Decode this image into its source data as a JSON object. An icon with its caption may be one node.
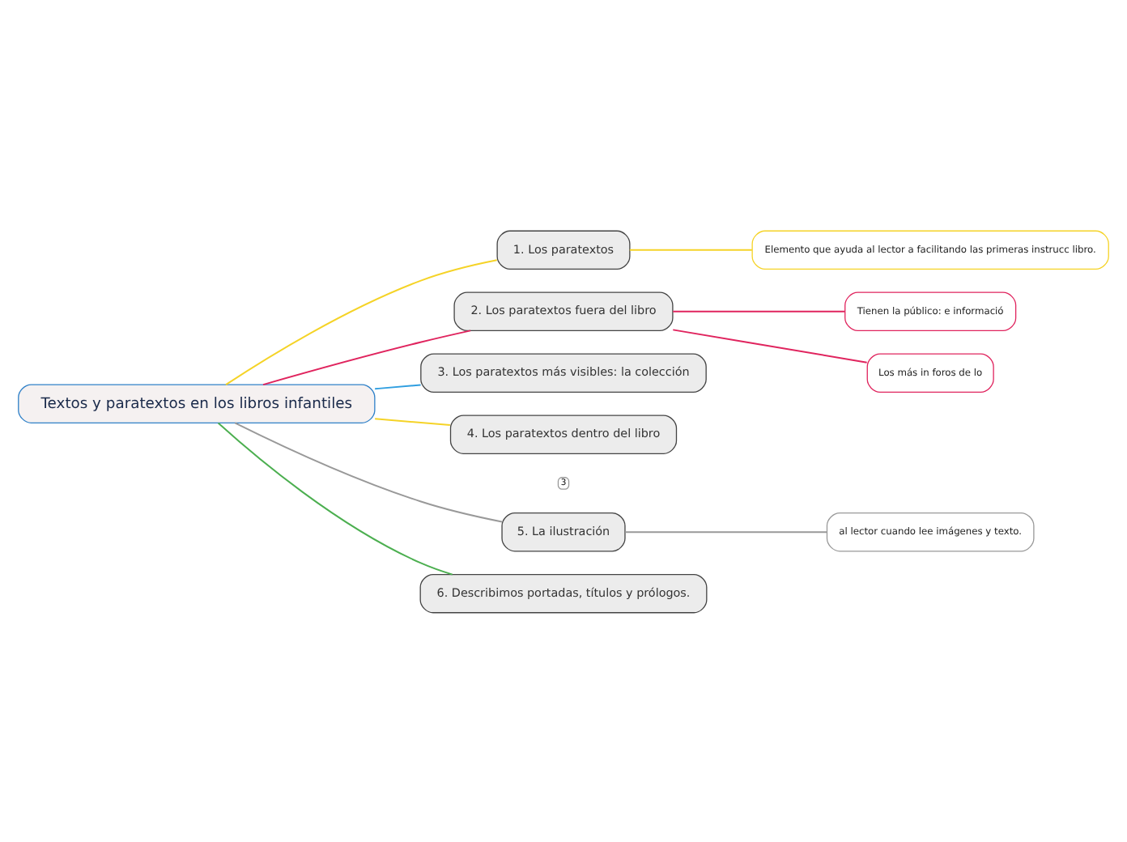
{
  "diagram": {
    "nodes": [
      {
        "text": [
          "Textos y paratextos en los libros infantiles"
        ]
      },
      {
        "text": [
          "1. Los paratextos"
        ]
      },
      {
        "text": [
          "Elemento que ayuda al lector a facilitando las primeras instrucc libro."
        ]
      },
      {
        "text": [
          "2. Los paratextos fuera del libro"
        ]
      },
      {
        "text": [
          "Tienen la público: e informació"
        ]
      },
      {
        "text": [
          "Los más in foros de lo"
        ]
      },
      {
        "text": [
          "3. Los paratextos más visibles: la colección"
        ]
      },
      {
        "text": [
          "4. Los paratextos dentro del libro"
        ],
        "beside": [
          "3"
        ]
      },
      {
        "text": [
          "5. La ilustración"
        ]
      },
      {
        "text": [
          "al lector cuando lee imágenes y texto."
        ]
      },
      {
        "text": [
          "6. Describimos portadas, títulos y prólogos."
        ]
      }
    ],
    "edges": [
      {
        "from": 0,
        "to": 1,
        "arrow": "none",
        "color": "#f5d327"
      },
      {
        "from": 1,
        "to": 2,
        "arrow": "none",
        "color": "#f5d327"
      },
      {
        "from": 0,
        "to": 3,
        "arrow": "none",
        "color": "#e0245e"
      },
      {
        "from": 3,
        "to": 4,
        "arrow": "none",
        "color": "#e0245e"
      },
      {
        "from": 3,
        "to": 5,
        "arrow": "none",
        "color": "#e0245e"
      },
      {
        "from": 0,
        "to": 6,
        "arrow": "none",
        "color": "#2f9ee0"
      },
      {
        "from": 0,
        "to": 7,
        "arrow": "none",
        "color": "#f5d327"
      },
      {
        "from": 0,
        "to": 8,
        "arrow": "none",
        "color": "#999999"
      },
      {
        "from": 8,
        "to": 9,
        "arrow": "none",
        "color": "#999999"
      },
      {
        "from": 0,
        "to": 10,
        "arrow": "none",
        "color": "#4caf50"
      }
    ]
  }
}
